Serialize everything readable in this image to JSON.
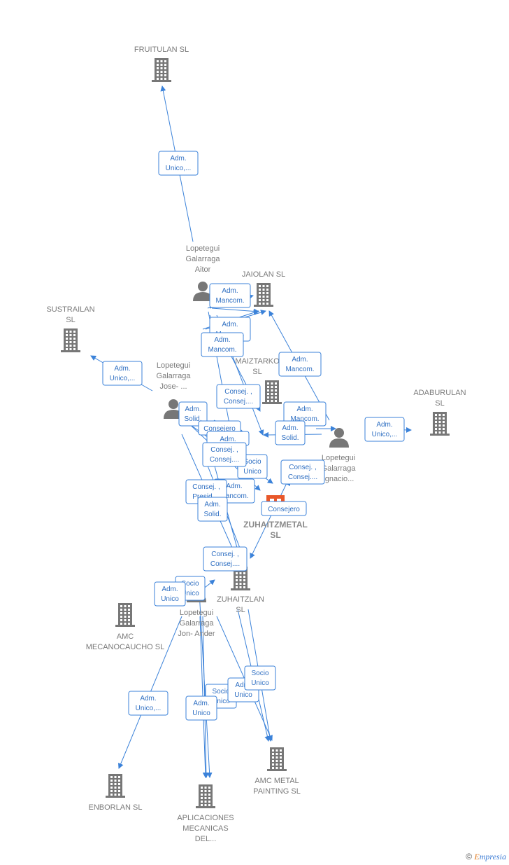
{
  "colors": {
    "edge": "#3b82d9",
    "company": "#777777",
    "main_company": "#e8572a",
    "person": "#777777"
  },
  "nodes": [
    {
      "id": "fruitulan",
      "type": "company",
      "lines": [
        "FRUITULAN  SL"
      ]
    },
    {
      "id": "jaiolan",
      "type": "company",
      "lines": [
        "JAIOLAN  SL"
      ]
    },
    {
      "id": "sustrailan",
      "type": "company",
      "lines": [
        "SUSTRAILAN",
        "SL"
      ]
    },
    {
      "id": "maiztarko",
      "type": "company",
      "lines": [
        "MAIZTARKO",
        "SL"
      ]
    },
    {
      "id": "adaburulan",
      "type": "company",
      "lines": [
        "ADABURULAN",
        "SL"
      ]
    },
    {
      "id": "zuhaitzmetal",
      "type": "main",
      "lines": [
        "ZUHAITZMETAL",
        "SL"
      ]
    },
    {
      "id": "zuhaitzlan",
      "type": "company",
      "lines": [
        "ZUHAITZLAN",
        "SL"
      ]
    },
    {
      "id": "amc_mecanocaucho",
      "type": "company",
      "lines": [
        "AMC",
        "MECANOCAUCHO SL"
      ]
    },
    {
      "id": "amc_metal",
      "type": "company",
      "lines": [
        "AMC METAL",
        "PAINTING  SL"
      ]
    },
    {
      "id": "enborlan",
      "type": "company",
      "lines": [
        "ENBORLAN  SL"
      ]
    },
    {
      "id": "aplicaciones",
      "type": "company",
      "lines": [
        "APLICACIONES",
        "MECANICAS",
        "DEL..."
      ]
    },
    {
      "id": "aitor",
      "type": "person",
      "lines": [
        "Lopetegui",
        "Galarraga",
        "Aitor"
      ]
    },
    {
      "id": "jose",
      "type": "person",
      "lines": [
        "Lopetegui",
        "Galarraga",
        "Jose- ..."
      ]
    },
    {
      "id": "ignacio",
      "type": "person",
      "lines": [
        "Lopetegui",
        "Galarraga",
        "Ignacio..."
      ]
    },
    {
      "id": "jonander",
      "type": "person",
      "lines": [
        "Lopetegui",
        "Galarraga",
        "Jon- Ander"
      ]
    }
  ],
  "relations": [
    {
      "lines": [
        "Adm.",
        "Unico,..."
      ]
    },
    {
      "lines": [
        "Adm.",
        "Mancom."
      ]
    },
    {
      "lines": [
        "Adm.",
        "Mancom."
      ]
    },
    {
      "lines": [
        "Adm.",
        "Mancom."
      ]
    },
    {
      "lines": [
        "Adm.",
        "Unico,..."
      ]
    },
    {
      "lines": [
        "Adm.",
        "Mancom."
      ]
    },
    {
      "lines": [
        "Consej. ,",
        "Consej...."
      ]
    },
    {
      "lines": [
        "Adm.",
        "Mancom."
      ]
    },
    {
      "lines": [
        "Adm.",
        "Solid."
      ]
    },
    {
      "lines": [
        "Adm.",
        "Solid."
      ]
    },
    {
      "lines": [
        "Adm.",
        "Unico,..."
      ]
    },
    {
      "lines": [
        "Consejero"
      ]
    },
    {
      "lines": [
        "Adm."
      ]
    },
    {
      "lines": [
        "Socio",
        "Unico"
      ]
    },
    {
      "lines": [
        "Consej. ,",
        "Consej...."
      ]
    },
    {
      "lines": [
        "Consej. ,",
        "Consej...."
      ]
    },
    {
      "lines": [
        "Adm.",
        "Mancom."
      ]
    },
    {
      "lines": [
        "Consej. ,",
        "Presid...."
      ]
    },
    {
      "lines": [
        "Adm.",
        "Solid."
      ]
    },
    {
      "lines": [
        "Consejero"
      ]
    },
    {
      "lines": [
        "Consej. ,",
        "Consej...."
      ]
    },
    {
      "lines": [
        "Socio",
        "Unico"
      ]
    },
    {
      "lines": [
        "Adm.",
        "Unico"
      ]
    },
    {
      "lines": [
        "Socio",
        "Unico"
      ]
    },
    {
      "lines": [
        "Adm.",
        "Unico"
      ]
    },
    {
      "lines": [
        "Socio",
        "Unico"
      ]
    },
    {
      "lines": [
        "Adm.",
        "Unico,..."
      ]
    },
    {
      "lines": [
        "Adm.",
        "Unico"
      ]
    }
  ],
  "footer": {
    "copyright": "©",
    "brand_first": "E",
    "brand_rest": "mpresia"
  }
}
